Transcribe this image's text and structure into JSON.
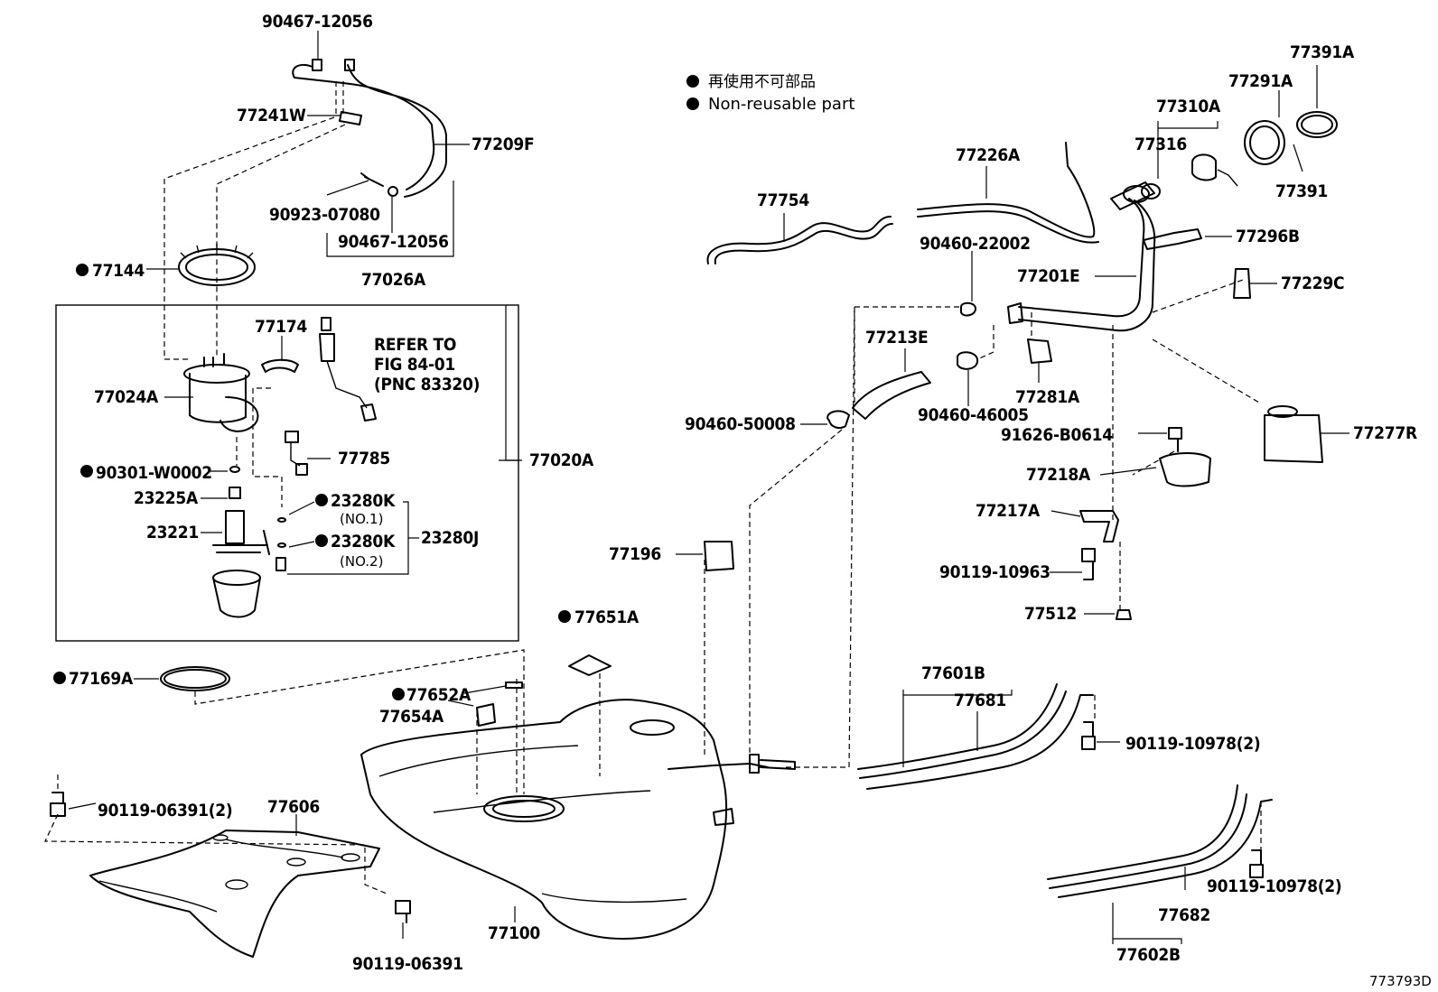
{
  "legend": {
    "bullet_jp": "再使用不可部品",
    "bullet_en": "Non-reusable part"
  },
  "refer": {
    "line1": "REFER TO",
    "line2": "FIG 84-01",
    "line3": "(PNC 83320)"
  },
  "diagram_id": "773793D",
  "labels": {
    "p90467_12056_top": "90467-12056",
    "p77241W": "77241W",
    "p77209F": "77209F",
    "p90923_07080": "90923-07080",
    "p90467_12056_mid": "90467-12056",
    "p77026A": "77026A",
    "p77144": "77144",
    "p77174": "77174",
    "p77024A": "77024A",
    "p77785": "77785",
    "p77020A": "77020A",
    "p90301_W0002": "90301-W0002",
    "p23225A": "23225A",
    "p23280K_1": "23280K",
    "no1": "(NO.1)",
    "p23221": "23221",
    "p23280K_2": "23280K",
    "no2": "(NO.2)",
    "p23280J": "23280J",
    "p77169A": "77169A",
    "p77651A": "77651A",
    "p77652A": "77652A",
    "p77654A": "77654A",
    "p90119_06391_2": "90119-06391(2)",
    "p77606": "77606",
    "p77100": "77100",
    "p90119_06391": "90119-06391",
    "p77754": "77754",
    "p77226A": "77226A",
    "p77310A": "77310A",
    "p77316": "77316",
    "p77291A": "77291A",
    "p77391A": "77391A",
    "p77391": "77391",
    "p77296B": "77296B",
    "p90460_22002": "90460-22002",
    "p77201E": "77201E",
    "p77229C": "77229C",
    "p77213E": "77213E",
    "p77281A": "77281A",
    "p90460_46005": "90460-46005",
    "p90460_50008": "90460-50008",
    "p77277R": "77277R",
    "p91626_B0614": "91626-B0614",
    "p77218A": "77218A",
    "p77217A": "77217A",
    "p90119_10963": "90119-10963",
    "p77512": "77512",
    "p77196": "77196",
    "p77601B": "77601B",
    "p77681": "77681",
    "p90119_10978_2a": "90119-10978(2)",
    "p90119_10978_2b": "90119-10978(2)",
    "p77682": "77682",
    "p77602B": "77602B"
  }
}
